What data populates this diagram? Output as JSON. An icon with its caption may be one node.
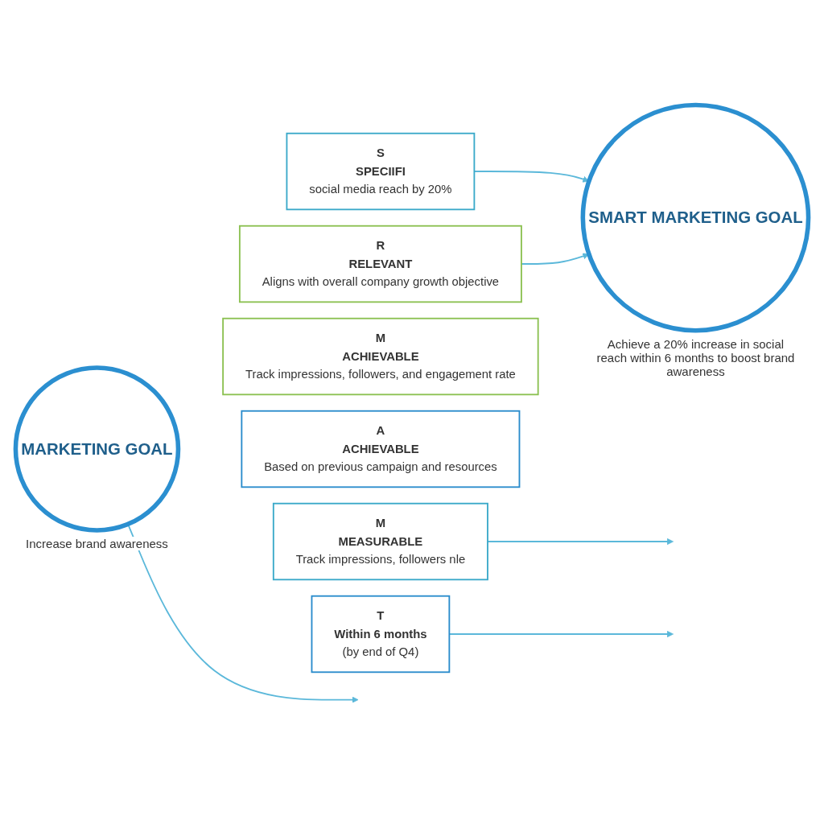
{
  "diagram": {
    "nodes": [
      {
        "text": [
          "MARKETING GOAL"
        ],
        "beside": [
          "Increase brand awareness"
        ]
      },
      {
        "text": [
          "S",
          "SPECIIFI",
          "social media reach by 20%"
        ]
      },
      {
        "text": [
          "M",
          "MEASURABLE",
          "Track impressions, followers nle"
        ]
      },
      {
        "text": [
          "M",
          "ACHIEVABLE",
          "Track impressions, followers, and engagement rate"
        ]
      },
      {
        "text": [
          "A",
          "ACHIEVABLE",
          "Based on previous campaign and resources"
        ]
      },
      {
        "text": [
          "R",
          "RELEVANT",
          "Aligns with overall company growth objective"
        ]
      },
      {
        "text": [
          "T",
          "Within 6 months",
          "(by end of Q4)"
        ]
      },
      {
        "text": [
          "SMART MARKETING GOAL"
        ],
        "beside": [
          "Achieve a 20% increase in social reach within 6 months to boost brand awareness"
        ]
      }
    ],
    "edges": [
      {
        "from": 0,
        "to": null,
        "arrow": "to"
      },
      {
        "from": 1,
        "to": 7,
        "arrow": "to"
      },
      {
        "from": 2,
        "to": null,
        "arrow": "to"
      },
      {
        "from": 5,
        "to": 7,
        "arrow": "to"
      },
      {
        "from": 6,
        "to": null,
        "arrow": "to"
      }
    ]
  }
}
